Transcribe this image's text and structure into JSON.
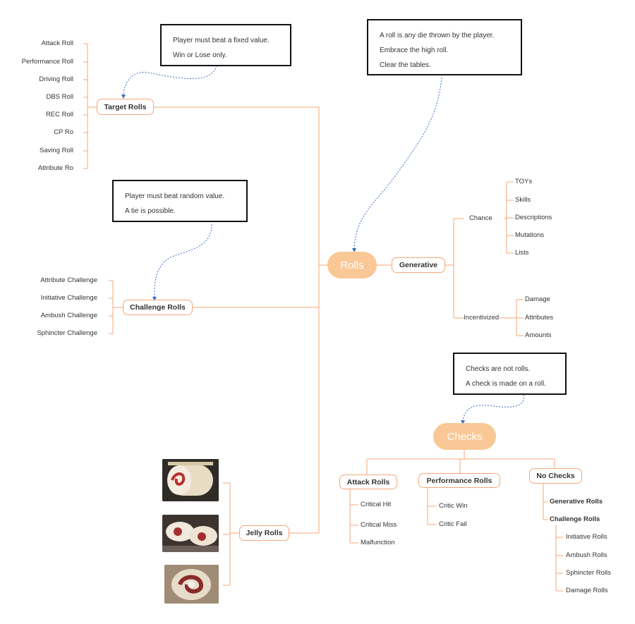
{
  "central": {
    "label": "Rolls"
  },
  "checks": {
    "label": "Checks"
  },
  "notes": {
    "target": [
      "Player must beat a fixed value.",
      "Win or Lose only."
    ],
    "challenge": [
      "Player must beat random value.",
      "A tie is possible."
    ],
    "rolls": [
      "A roll is any die thrown by the player.",
      "Embrace the high roll.",
      "Clear the tables."
    ],
    "checks": [
      "Checks are not rolls.",
      "A check is made on a roll."
    ]
  },
  "target_rolls": {
    "label": "Target Rolls",
    "items": [
      "Attack Roll",
      "Performance Roll",
      "Driving Roll",
      "DBS Roll",
      "REC Roll",
      "CP Ro",
      "Saving Roll",
      "Attribute Ro"
    ]
  },
  "challenge_rolls": {
    "label": "Challenge Rolls",
    "items": [
      "Attribute Challenge",
      "Initiative Challenge",
      "Ambush Challenge",
      "Sphincter Challenge"
    ]
  },
  "jelly_rolls": {
    "label": "Jelly Rolls",
    "images": [
      "jelly-roll-photo-1",
      "jelly-roll-photo-2",
      "jelly-roll-photo-3"
    ]
  },
  "generative": {
    "label": "Generative",
    "chance": {
      "label": "Chance",
      "items": [
        "TOYs",
        "Skills",
        "Descriptions",
        "Mutations",
        "Lists"
      ]
    },
    "incentivized": {
      "label": "Incentivized",
      "items": [
        "Damage",
        "Attributes",
        "Amounts"
      ]
    }
  },
  "attack_rolls": {
    "label": "Attack Rolls",
    "items": [
      "Critical Hit",
      "Critical Miss",
      "Malfunction"
    ]
  },
  "performance_rolls": {
    "label": "Performance Rolls",
    "items": [
      "Critic Win",
      "Critic Fail"
    ]
  },
  "no_checks": {
    "label": "No Checks",
    "items": [
      "Generative Rolls",
      "Challenge Rolls"
    ],
    "challenge_items": [
      "Initiative Rolls",
      "Ambush Rolls",
      "Sphincter Rolls",
      "Damage Rolls"
    ]
  },
  "colors": {
    "branch": "#f4a77a",
    "accent": "#f9c896",
    "connector": "#3b6fc6"
  }
}
